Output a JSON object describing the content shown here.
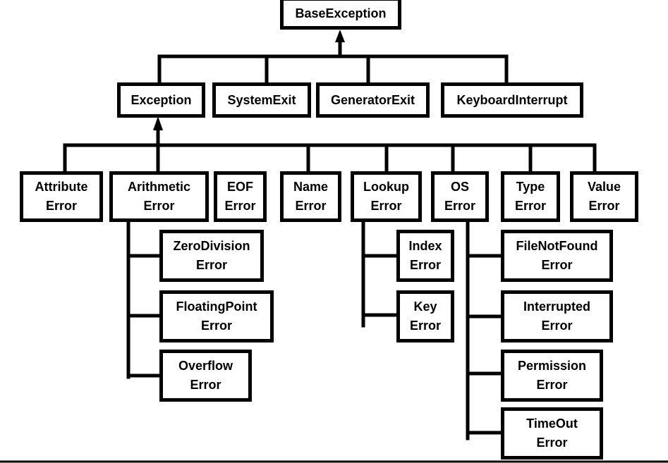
{
  "root": "BaseException",
  "level1": [
    "Exception",
    "SystemExit",
    "GeneratorExit",
    "KeyboardInterrupt"
  ],
  "level2": [
    [
      "Attribute",
      "Error"
    ],
    [
      "Arithmetic",
      "Error"
    ],
    [
      "EOF",
      "Error"
    ],
    [
      "Name",
      "Error"
    ],
    [
      "Lookup",
      "Error"
    ],
    [
      "OS",
      "Error"
    ],
    [
      "Type",
      "Error"
    ],
    [
      "Value",
      "Error"
    ]
  ],
  "arithmetic_children": [
    [
      "ZeroDivision",
      "Error"
    ],
    [
      "FloatingPoint",
      "Error"
    ],
    [
      "Overflow",
      "Error"
    ]
  ],
  "lookup_children": [
    [
      "Index",
      "Error"
    ],
    [
      "Key",
      "Error"
    ]
  ],
  "os_children": [
    [
      "FileNotFound",
      "Error"
    ],
    [
      "Interrupted",
      "Error"
    ],
    [
      "Permission",
      "Error"
    ],
    [
      "TimeOut",
      "Error"
    ]
  ],
  "colors": {
    "line": "#000000",
    "background": "#ffffff"
  }
}
